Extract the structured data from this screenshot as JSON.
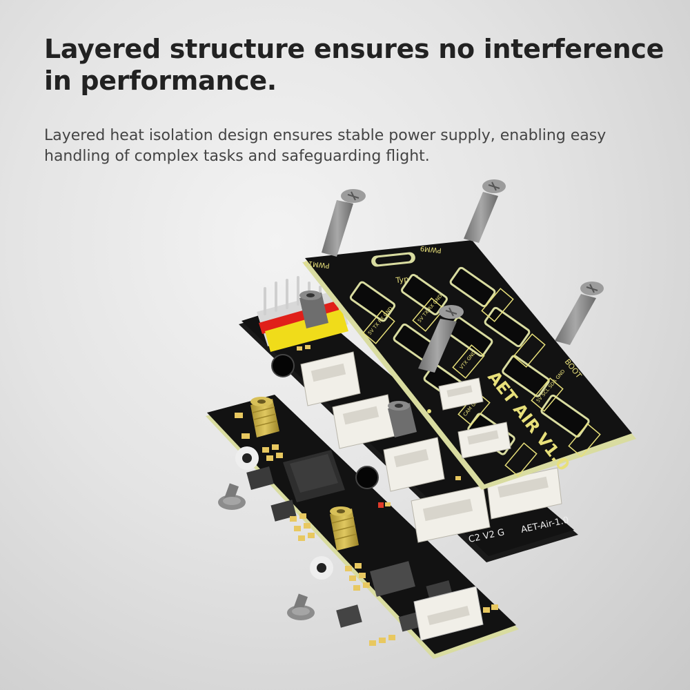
{
  "headline": "Layered structure ensures no interference in performance.",
  "subtext": "Layered heat isolation design ensures stable power supply, enabling easy handling of complex tasks and safeguarding flight.",
  "top_board": {
    "name": "AET AIR V1.0",
    "port_label": "TypeC",
    "boot_label": "BOOT",
    "pwm_labels": [
      "PWM10",
      "PWM9"
    ],
    "pad_labels": [
      "5V TX RX GND",
      "5V TX RX GND",
      "VTX GND",
      "5V SCL SDA GND",
      "CAM GND"
    ]
  },
  "middle_board": {
    "name": "AET-Air-1.0",
    "pin_label": "C2 V2 G"
  },
  "colors": {
    "pcb": "#111111",
    "silk": "#e8e07a",
    "edge": "#d9dca0",
    "connector": "#f1efe8",
    "screw": "#8c8c8c",
    "standoff": "#c9b24a"
  }
}
